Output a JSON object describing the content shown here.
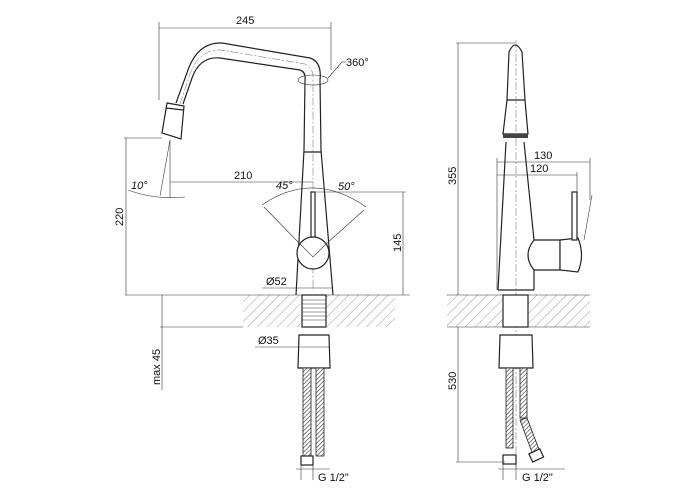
{
  "front_view": {
    "dim_width": "245",
    "dim_rotation": "360°",
    "dim_reach": "210",
    "dim_height": "220",
    "dim_spray_angle": "10°",
    "dim_lever_left": "45°",
    "dim_lever_right": "50°",
    "dim_lever_height": "145",
    "dim_base_diameter": "Ø52",
    "dim_shank_diameter": "Ø35",
    "dim_max_counter": "max 45",
    "connection": "G 1/2\""
  },
  "side_view": {
    "dim_height": "355",
    "dim_lever_reach_max": "130",
    "dim_lever_reach": "120",
    "dim_hose_length": "530",
    "connection": "G 1/2\""
  }
}
